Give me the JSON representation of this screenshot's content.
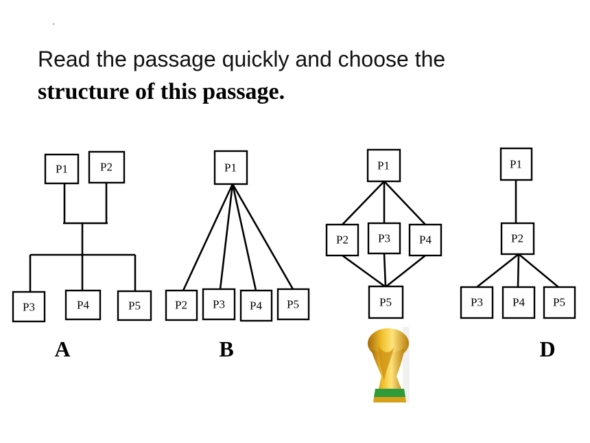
{
  "instruction_line1": "Read the passage quickly and choose the",
  "instruction_line2": "structure of this passage.",
  "options": {
    "a": {
      "label": "A",
      "nodes": [
        "P1",
        "P2",
        "P3",
        "P4",
        "P5"
      ]
    },
    "b": {
      "label": "B",
      "nodes": [
        "P1",
        "P2",
        "P3",
        "P4",
        "P5"
      ]
    },
    "c": {
      "label": "",
      "nodes": [
        "P1",
        "P2",
        "P3",
        "P4",
        "P5"
      ]
    },
    "d": {
      "label": "D",
      "nodes": [
        "P1",
        "P2",
        "P3",
        "P4",
        "P5"
      ]
    }
  },
  "icon_c": "trophy-icon"
}
